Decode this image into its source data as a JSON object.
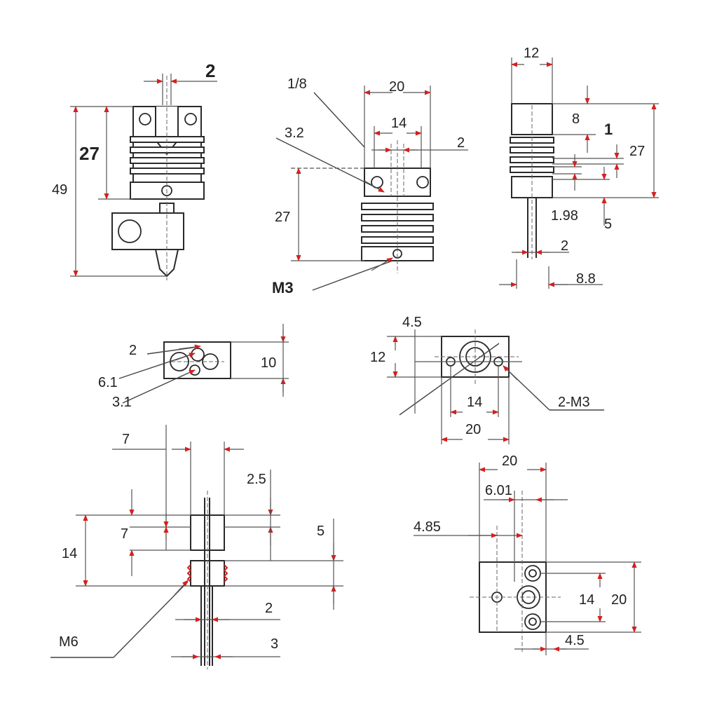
{
  "views": {
    "front": {
      "dims": [
        "2",
        "27",
        "49"
      ]
    },
    "side": {
      "dims": [
        "1/8",
        "20",
        "14",
        "3.2",
        "2",
        "27",
        "M3"
      ]
    },
    "right": {
      "dims": [
        "12",
        "8",
        "1",
        "27",
        "1.98",
        "5",
        "2",
        "8.8"
      ]
    },
    "block_side": {
      "dims": [
        "2",
        "6.1",
        "3.1",
        "10"
      ]
    },
    "top": {
      "dims": [
        "4.5",
        "12",
        "14",
        "20",
        "2-M3"
      ]
    },
    "throat": {
      "dims": [
        "7",
        "2.5",
        "7",
        "14",
        "5",
        "M6",
        "2",
        "3"
      ]
    },
    "block_bottom": {
      "dims": [
        "20",
        "6.01",
        "4.85",
        "14",
        "20",
        "4.5"
      ]
    }
  },
  "colors": {
    "arrow": "#d42020",
    "line": "#555555",
    "outline": "#2a2a2a"
  }
}
